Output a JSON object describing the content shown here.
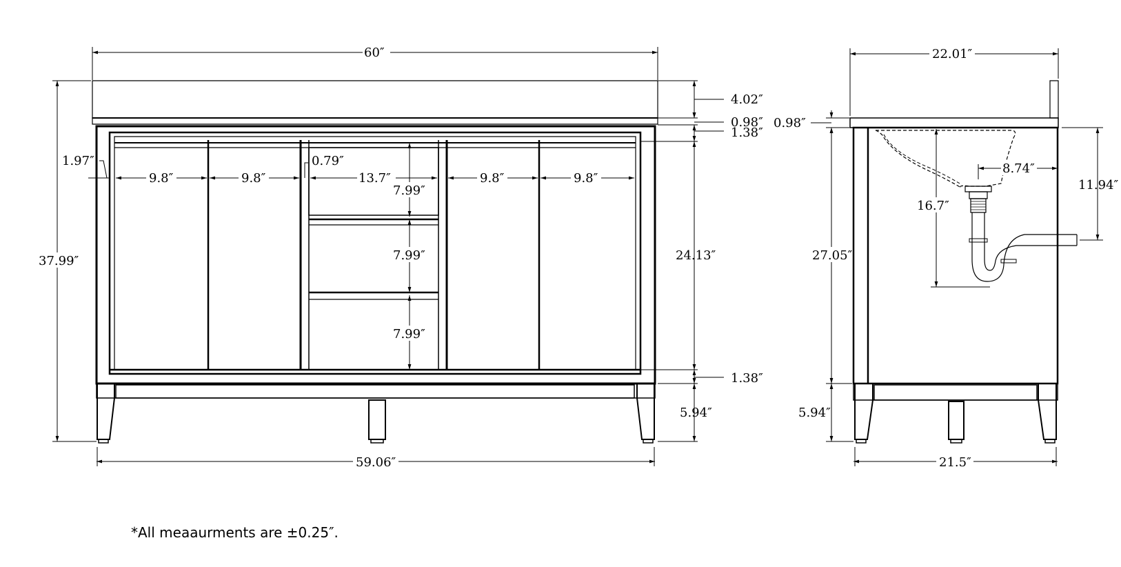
{
  "front_view": {
    "dims": {
      "overall_width": "60″",
      "cabinet_width": "59.06″",
      "overall_height": "37.99″",
      "backsplash_height": "4.02″",
      "top_thickness": "0.98″",
      "top_rail": "1.38″",
      "bottom_rail": "1.38″",
      "cabinet_height": "24.13″",
      "leg_height": "5.94″",
      "side_frame": "1.97″",
      "divider": "0.79″",
      "door_1": "9.8″",
      "door_2": "9.8″",
      "drawer_width": "13.7″",
      "door_3": "9.8″",
      "door_4": "9.8″",
      "drawer_1": "7.99″",
      "drawer_2": "7.99″",
      "drawer_3": "7.99″"
    }
  },
  "side_view": {
    "dims": {
      "overall_depth": "22.01″",
      "top_thickness": "0.98″",
      "cabinet_height": "27.05″",
      "sink_depth": "16.7″",
      "drain_offset": "8.74″",
      "drain_height": "11.94″",
      "leg_height": "5.94″",
      "cabinet_depth": "21.5″"
    }
  },
  "note": "*All meaaurments are ±0.25″."
}
